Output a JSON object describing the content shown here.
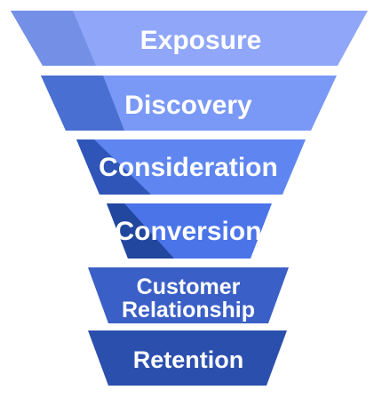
{
  "diagram": {
    "type": "funnel",
    "stages": [
      {
        "id": "exposure",
        "lines": [
          "Exposure"
        ],
        "color": "#8fa6f9",
        "tab_color": "#7390e6"
      },
      {
        "id": "discovery",
        "lines": [
          "Discovery"
        ],
        "color": "#7a98f5",
        "tab_color": "#4a6fd2"
      },
      {
        "id": "consideration",
        "lines": [
          "Consideration"
        ],
        "color": "#5f86f0",
        "tab_color": "#2f55b8"
      },
      {
        "id": "conversion",
        "lines": [
          "Conversion"
        ],
        "color": "#4a74e8",
        "tab_color": "#22479f"
      },
      {
        "id": "customer-relationship",
        "lines": [
          "Customer",
          "Relationship"
        ],
        "color": "#3a5fc6",
        "tab_color": "#3a5fc6"
      },
      {
        "id": "retention",
        "lines": [
          "Retention"
        ],
        "color": "#2b4fad",
        "tab_color": "#2b4fad"
      }
    ]
  }
}
